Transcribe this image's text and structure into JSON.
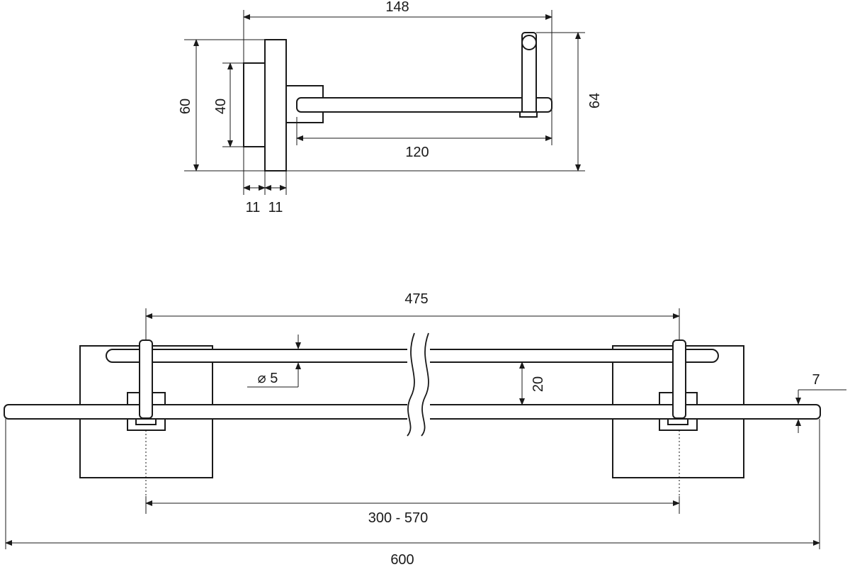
{
  "side_view": {
    "dim_overall_length": "148",
    "dim_arm_length": "120",
    "dim_plate_height": "60",
    "dim_inner_height": "40",
    "dim_total_height": "64",
    "dim_plate_depth_a": "11",
    "dim_plate_depth_b": "11"
  },
  "front_view": {
    "dim_mount_center": "475",
    "dim_rod_diameter": "⌀ 5",
    "dim_rod_gap": "20",
    "dim_bar_thickness": "7",
    "dim_adjust_range": "300 - 570",
    "dim_overall_length": "600"
  }
}
